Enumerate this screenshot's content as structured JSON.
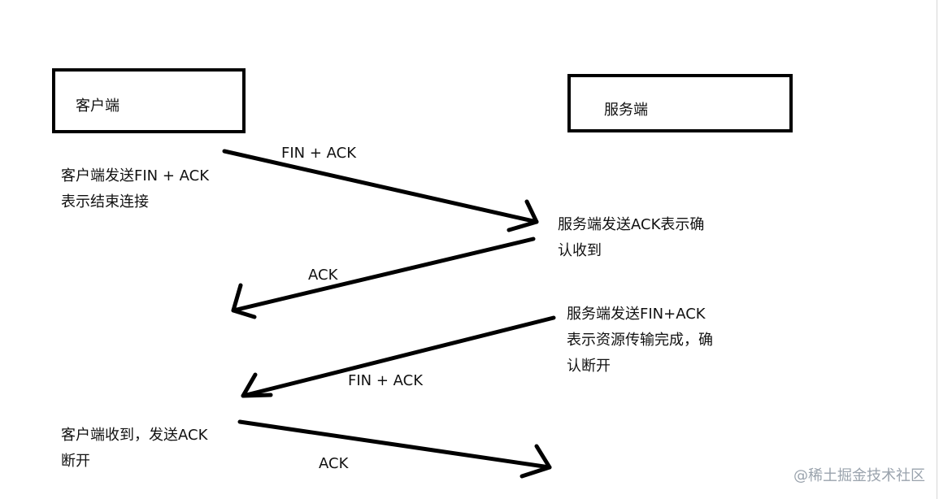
{
  "diagram": {
    "client_box": {
      "label": "客户端"
    },
    "server_box": {
      "label": "服务端"
    },
    "notes": {
      "client_fin": [
        "客户端发送FIN + ACK",
        "表示结束连接"
      ],
      "server_ack": [
        "服务端发送ACK表示确",
        "认收到"
      ],
      "server_fin": [
        "服务端发送FIN+ACK",
        "表示资源传输完成，确",
        "认断开"
      ],
      "client_final": [
        "客户端收到，发送ACK",
        "断开"
      ]
    },
    "arrows": [
      {
        "label": "FIN + ACK",
        "direction": "client_to_server"
      },
      {
        "label": "ACK",
        "direction": "server_to_client"
      },
      {
        "label": "FIN + ACK",
        "direction": "server_to_client"
      },
      {
        "label": "ACK",
        "direction": "client_to_server"
      }
    ]
  },
  "watermark": {
    "text": "@稀土掘金技术社区"
  }
}
